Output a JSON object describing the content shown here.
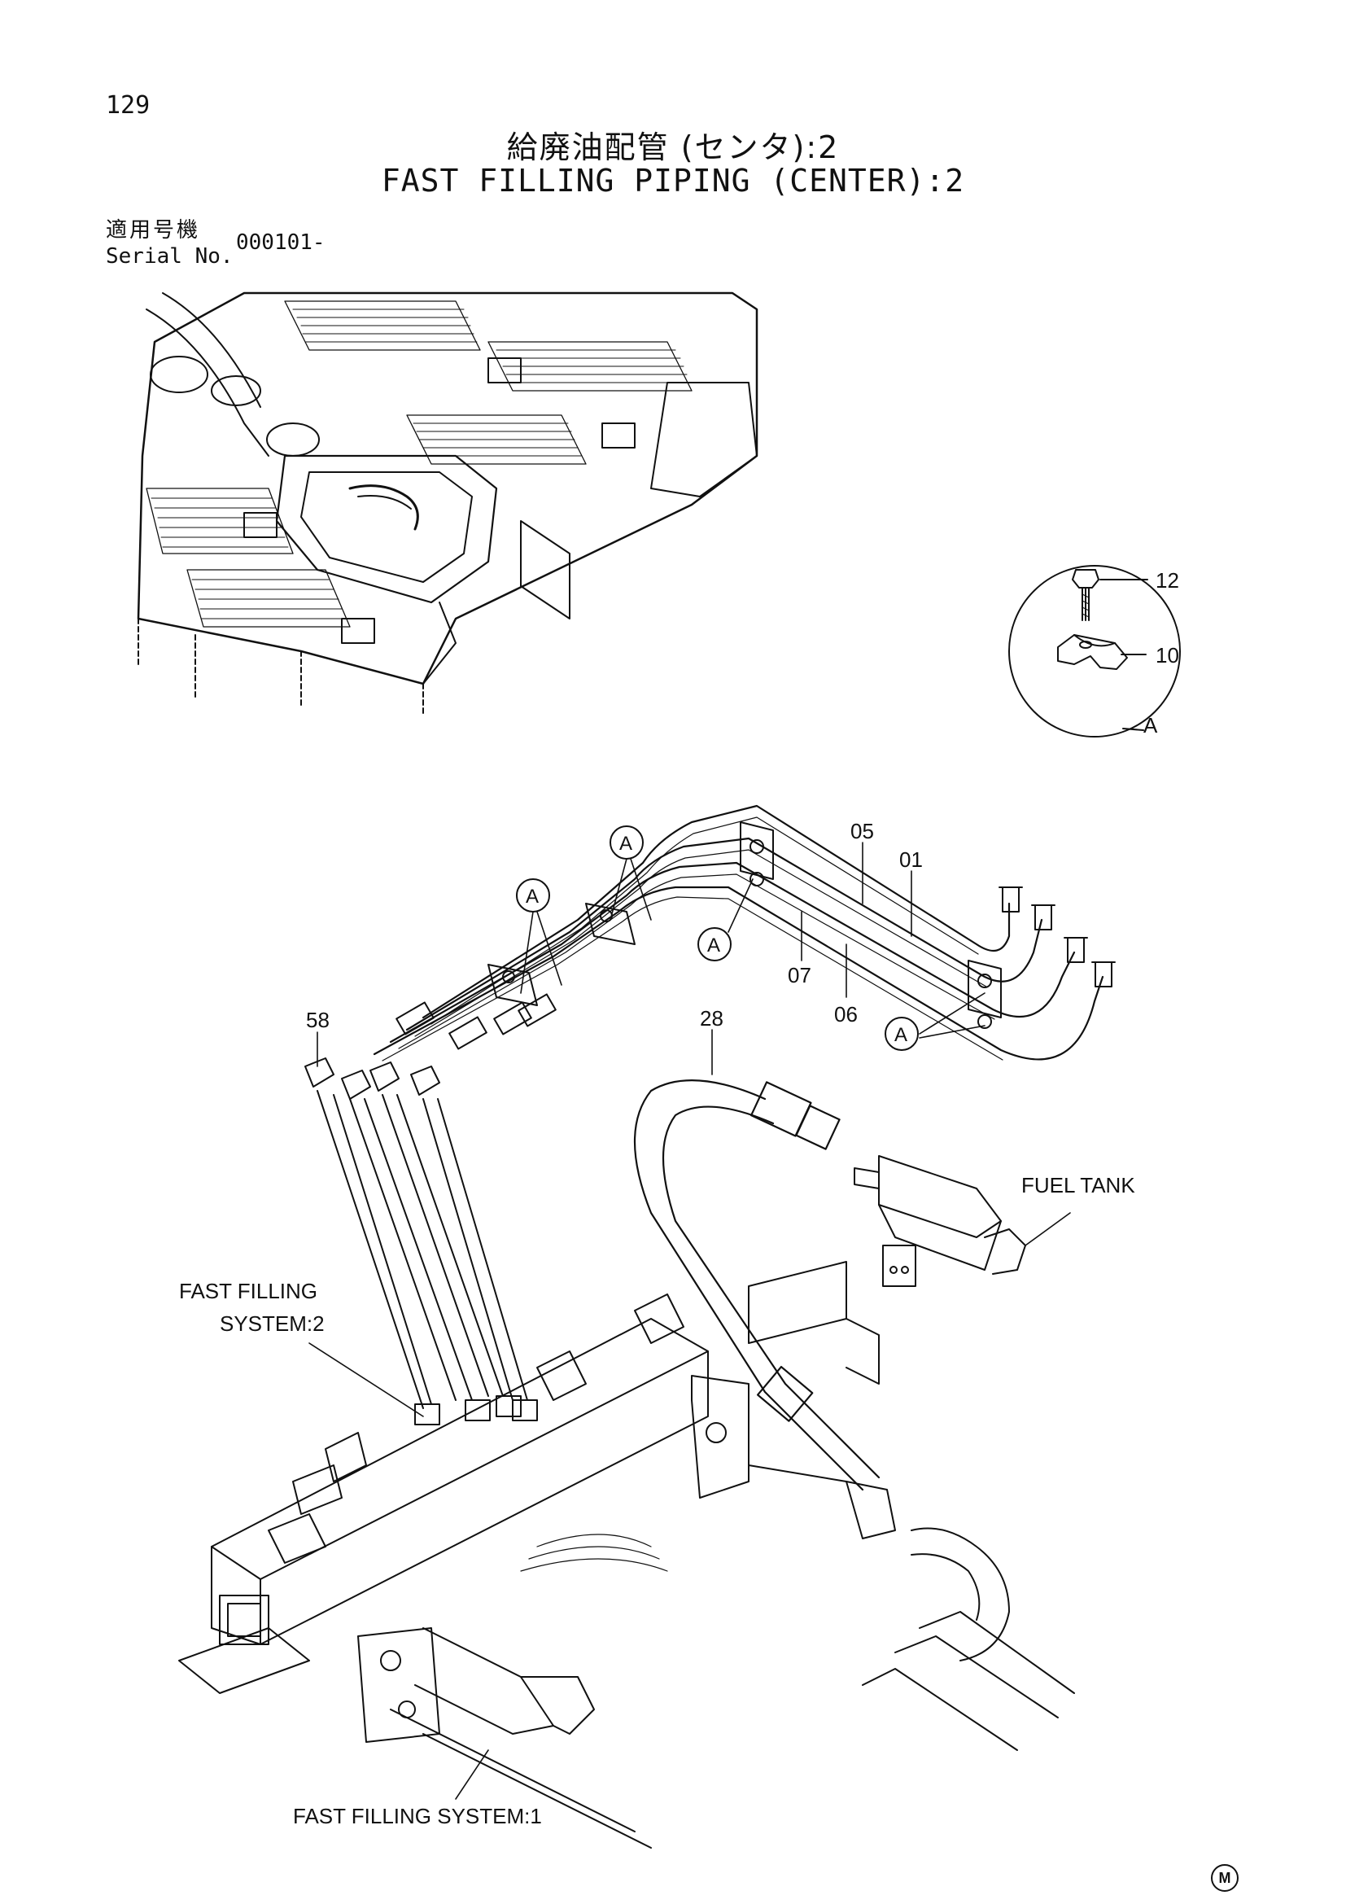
{
  "page_number": "129",
  "title": {
    "jp": "給廃油配管 (センタ):2",
    "en": "FAST FILLING PIPING (CENTER):2"
  },
  "serial": {
    "label_jp": "適用号機",
    "label_en": "Serial No.",
    "value": "000101-"
  },
  "detail_a": {
    "label": "A",
    "parts": [
      "12",
      "10"
    ]
  },
  "parts": [
    "05",
    "01",
    "07",
    "06",
    "58",
    "28"
  ],
  "callout_letter": "A",
  "labels": {
    "fuel_tank": "FUEL TANK",
    "fast_filling_system_2_line1": "FAST FILLING",
    "fast_filling_system_2_line2": "SYSTEM:2",
    "fast_filling_system_1": "FAST FILLING SYSTEM:1"
  },
  "footer_mark": "M"
}
